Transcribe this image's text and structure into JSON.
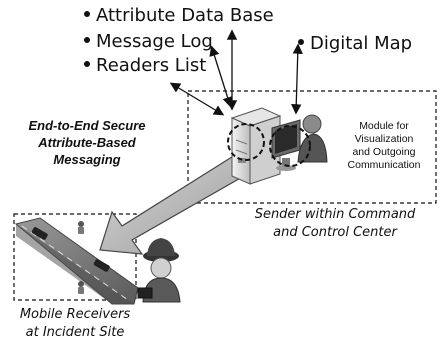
{
  "bullets": {
    "attribute_db": "Attribute Data Base",
    "message_log": "Message Log",
    "readers_list": "Readers List",
    "digital_map": "Digital Map"
  },
  "labels": {
    "secure_messaging_line1": "End-to-End Secure",
    "secure_messaging_line2": "Attribute-Based",
    "secure_messaging_line3": "Messaging",
    "module_line1": "Module for",
    "module_line2": "Visualization",
    "module_line3": "and Outgoing",
    "module_line4": "Communication",
    "sender_line1": "Sender within Command",
    "sender_line2": "and Control Center",
    "receivers_line1": "Mobile Receivers",
    "receivers_line2": "at Incident Site"
  }
}
